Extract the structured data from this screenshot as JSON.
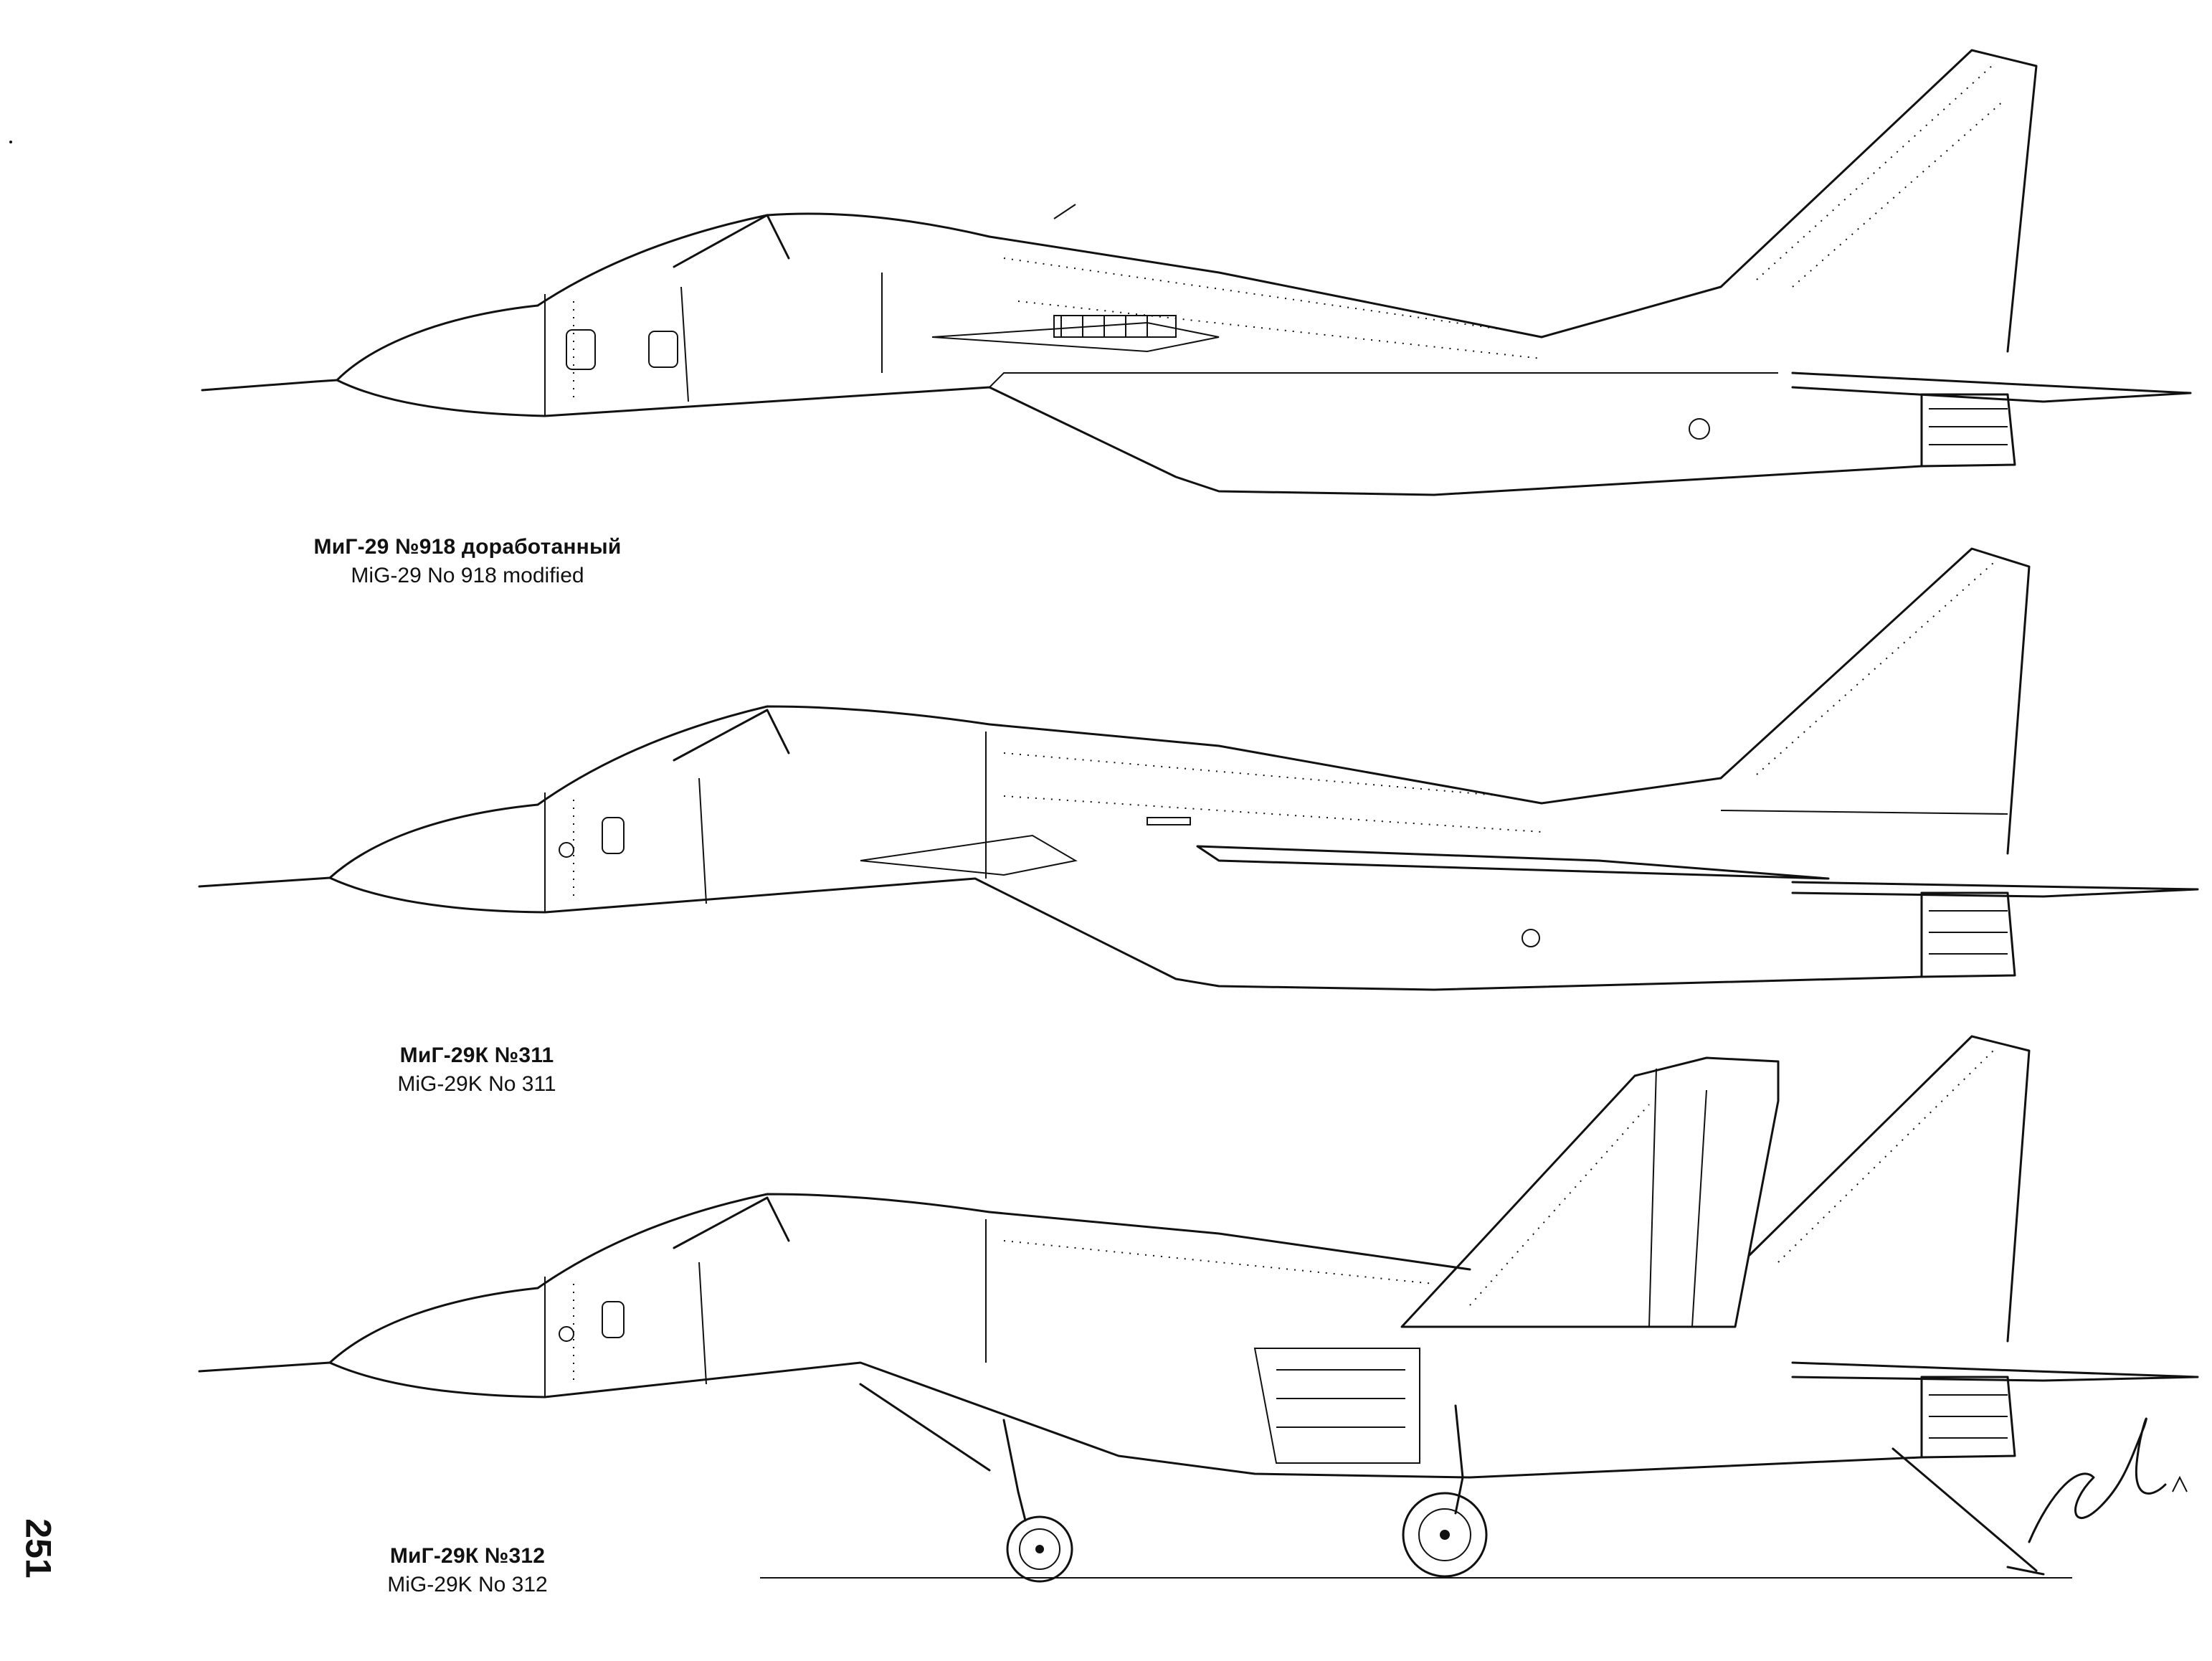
{
  "page_number": "251",
  "aircraft": [
    {
      "label_ru": "МиГ-29 №918 доработанный",
      "label_en": "MiG-29 No 918 modified"
    },
    {
      "label_ru": "МиГ-29К №311",
      "label_en": "MiG-29K No 311"
    },
    {
      "label_ru": "МиГ-29К №312",
      "label_en": "MiG-29K No 312"
    }
  ],
  "colors": {
    "ink": "#111111",
    "paper": "#ffffff"
  }
}
